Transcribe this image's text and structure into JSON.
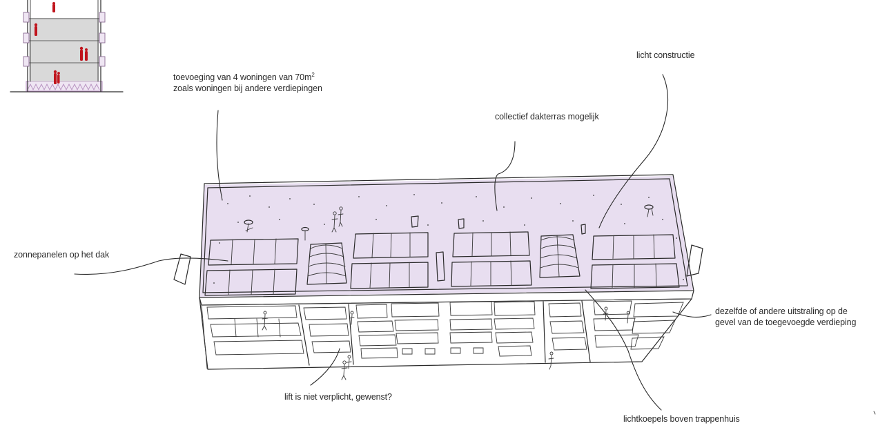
{
  "labels": {
    "addition_line1": "toevoeging van 4 woningen van 70m",
    "addition_sup": "2",
    "addition_line2": "zoals woningen bij andere verdiepingen",
    "light_construction": "licht constructie",
    "roof_terrace": "collectief dakterras mogelijk",
    "solar_panels": "zonnepanelen op het dak",
    "facade_line1": "dezelfde of andere uitstraling op de",
    "facade_line2": "gevel van de toegevoegde verdieping",
    "elevator": "lift is niet verplicht, gewenst?",
    "skylights": "lichtkoepels boven trappenhuis"
  },
  "colors": {
    "roof": "#e8def0",
    "section_floor": "#d9d9d9",
    "section_accent": "#b58fbf",
    "figure_red": "#c0141c",
    "ink": "#2a2a2a"
  }
}
